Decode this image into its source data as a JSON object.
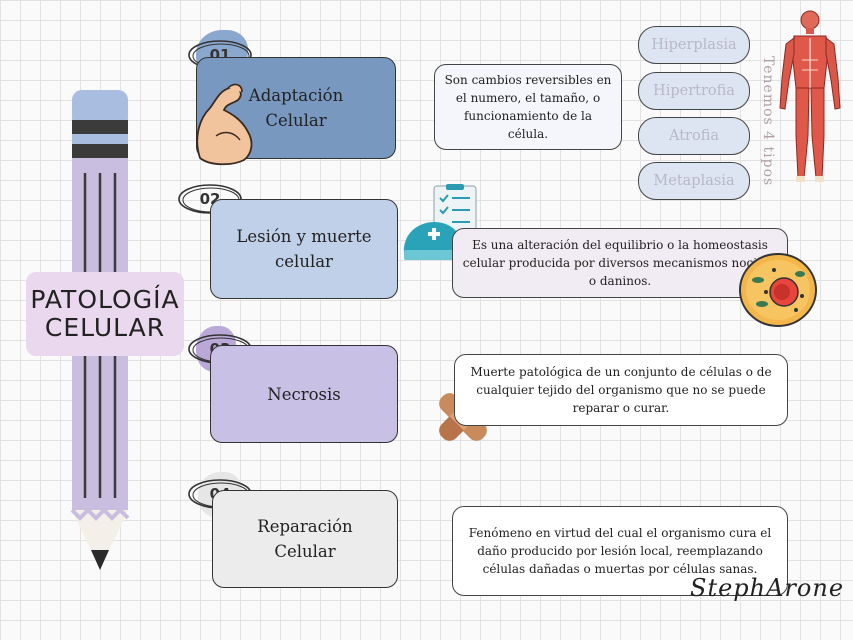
{
  "title": [
    "PATOLOGÍA",
    "CELULAR"
  ],
  "steps": [
    {
      "number": "01",
      "title_line1": "Adaptación",
      "title_line2": "Celular",
      "fill": "#7898c0",
      "description": "Son cambios reversibles en el numero, el tamaño, o funcionamiento de la célula.",
      "icon": "flexed-arm-icon"
    },
    {
      "number": "02",
      "title_line1": "Lesión y muerte",
      "title_line2": "celular",
      "fill": "#c0d0e8",
      "description": "Es una alteración del equilibrio o la homeostasis celular producida por diversos mecanismos nocivos o daninos.",
      "icon": "medical-cap-clipboard-icon"
    },
    {
      "number": "03",
      "title_line1": "Necrosis",
      "title_line2": "",
      "fill": "#c9c0e6",
      "description": "Muerte patológica de un conjunto de células o de cualquier tejido del organismo que no se puede reparar o curar.",
      "icon": "bandage-icon"
    },
    {
      "number": "04",
      "title_line1": "Reparación",
      "title_line2": "Celular",
      "fill": "#ececec",
      "description": "Fenómeno en virtud del cual el organismo cura el daño producido por lesión local, reemplazando células dañadas o muertas por células sanas.",
      "icon": ""
    }
  ],
  "types": [
    "Hiperplasia",
    "Hipertrofia",
    "Atrofia",
    "Metaplasia"
  ],
  "types_caption": "Tenemos 4 tipos",
  "signature": "StephArone",
  "icons": [
    "pencil-icon",
    "muscle-body-icon",
    "cell-icon"
  ],
  "colors": {
    "pencil": "#c9bde0",
    "pencil_cap": "#a9bde0",
    "title_bg": "#ead9ee",
    "types_bg": "#dde5f2"
  }
}
